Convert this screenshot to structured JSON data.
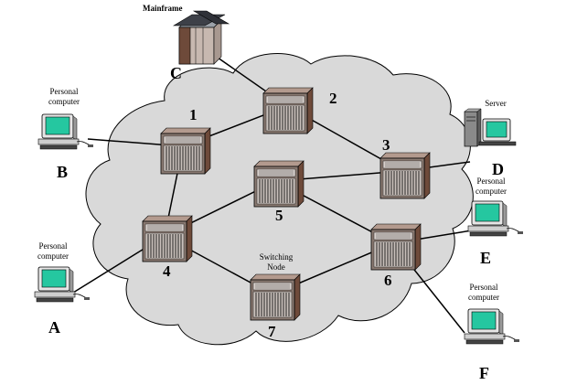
{
  "colors": {
    "cloud_fill": "#d9d9d9",
    "node_face": "#8a7a72",
    "node_side": "#6e4a3a",
    "screen": "#25c7a0",
    "link": "#000000"
  },
  "nodes": [
    {
      "id": "1",
      "label": "1"
    },
    {
      "id": "2",
      "label": "2"
    },
    {
      "id": "3",
      "label": "3"
    },
    {
      "id": "4",
      "label": "4"
    },
    {
      "id": "5",
      "label": "5"
    },
    {
      "id": "6",
      "label": "6"
    },
    {
      "id": "7",
      "label": "7"
    }
  ],
  "switching_node_caption": [
    "Switching",
    "Node"
  ],
  "stations": [
    {
      "id": "A",
      "letter": "A",
      "caption": [
        "Personal",
        "computer"
      ],
      "icon": "personal-computer-icon"
    },
    {
      "id": "B",
      "letter": "B",
      "caption": [
        "Personal",
        "computer"
      ],
      "icon": "personal-computer-icon"
    },
    {
      "id": "C",
      "letter": "C",
      "caption": [
        "Mainframe"
      ],
      "icon": "mainframe-icon"
    },
    {
      "id": "D",
      "letter": "D",
      "caption": [
        "Server"
      ],
      "icon": "server-icon"
    },
    {
      "id": "E",
      "letter": "E",
      "caption": [
        "Personal",
        "computer"
      ],
      "icon": "personal-computer-icon"
    },
    {
      "id": "F",
      "letter": "F",
      "caption": [
        "Personal",
        "computer"
      ],
      "icon": "personal-computer-icon"
    }
  ],
  "links": [
    [
      "1",
      "2"
    ],
    [
      "1",
      "4"
    ],
    [
      "2",
      "3"
    ],
    [
      "3",
      "5"
    ],
    [
      "5",
      "4"
    ],
    [
      "5",
      "6"
    ],
    [
      "4",
      "7"
    ],
    [
      "7",
      "6"
    ],
    [
      "B",
      "1"
    ],
    [
      "C",
      "2"
    ],
    [
      "D",
      "3"
    ],
    [
      "A",
      "4"
    ],
    [
      "E",
      "6"
    ],
    [
      "F",
      "6"
    ]
  ]
}
